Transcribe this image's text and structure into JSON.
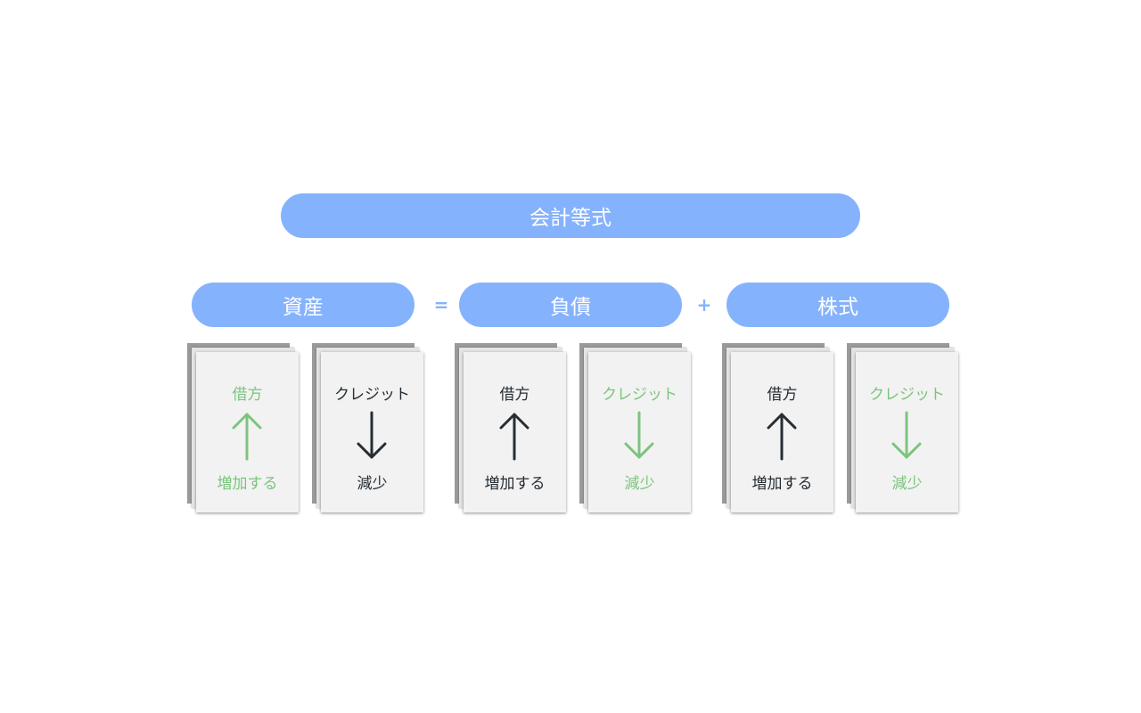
{
  "title": "会計等式",
  "operators": {
    "equals": "=",
    "plus": "+"
  },
  "colors": {
    "pill": "#85b2fc",
    "green": "#7cc47e",
    "dark": "#262d33"
  },
  "accounts": [
    {
      "name": "資産",
      "cards": [
        {
          "top": "借方",
          "bottom": "増加する",
          "direction": "up",
          "color": "green"
        },
        {
          "top": "クレジット",
          "bottom": "減少",
          "direction": "down",
          "color": "dark"
        }
      ]
    },
    {
      "name": "負債",
      "cards": [
        {
          "top": "借方",
          "bottom": "増加する",
          "direction": "up",
          "color": "dark"
        },
        {
          "top": "クレジット",
          "bottom": "減少",
          "direction": "down",
          "color": "green"
        }
      ]
    },
    {
      "name": "株式",
      "cards": [
        {
          "top": "借方",
          "bottom": "増加する",
          "direction": "up",
          "color": "dark"
        },
        {
          "top": "クレジット",
          "bottom": "減少",
          "direction": "down",
          "color": "green"
        }
      ]
    }
  ]
}
